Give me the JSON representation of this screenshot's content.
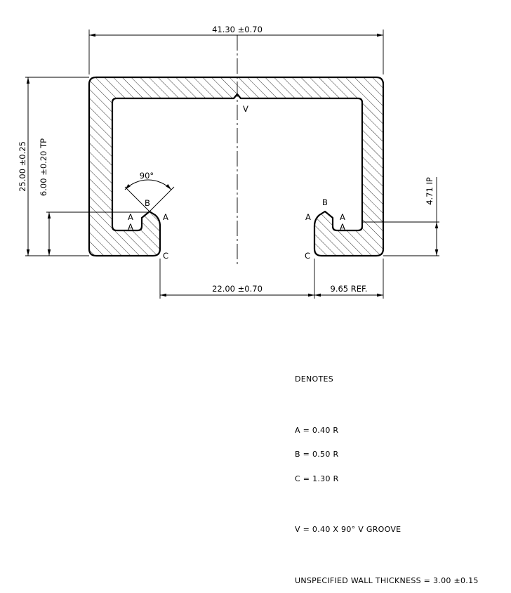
{
  "dimensions": {
    "overall_width": "41.30 ±0.70",
    "overall_height": "25.00 ±0.25",
    "inner_height_left": "6.00 ±0.20 TP",
    "inner_height_right": "4.71 IP",
    "opening_width": "22.00 ±0.70",
    "right_flange": "9.65 REF.",
    "angle": "90°"
  },
  "callouts": {
    "a": "A",
    "b": "B",
    "c": "C",
    "v": "V"
  },
  "notes": {
    "heading": "DENOTES",
    "a": "A = 0.40 R",
    "b": "B = 0.50 R",
    "c": "C = 1.30 R",
    "v": "V = 0.40 X 90° V GROOVE",
    "wall": "UNSPECIFIED WALL THICKNESS = 3.00 ±0.15"
  }
}
